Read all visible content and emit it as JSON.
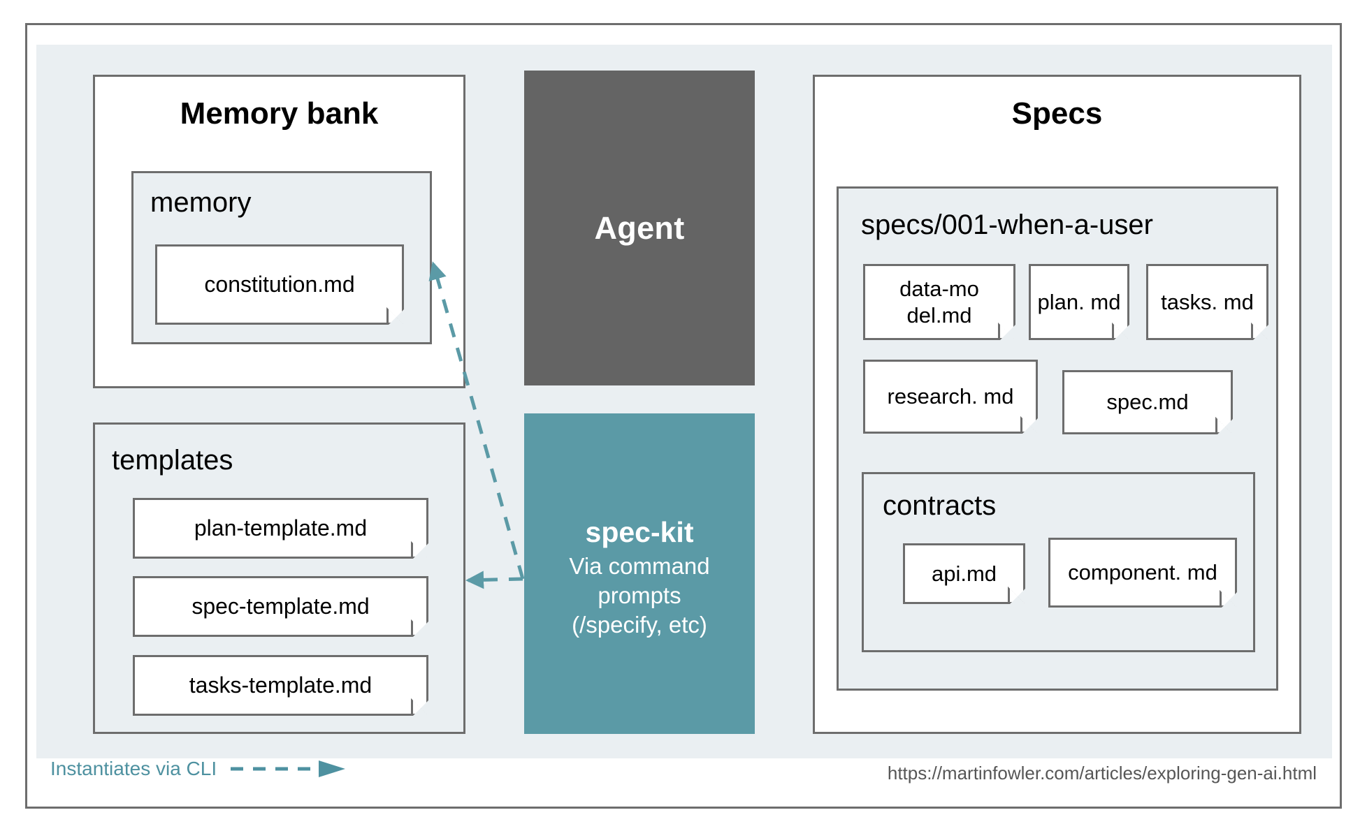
{
  "diagram": {
    "memory_bank": {
      "title": "Memory bank",
      "memory_group": {
        "label": "memory",
        "files": [
          "constitution.md"
        ]
      },
      "templates_group": {
        "label": "templates",
        "files": [
          "plan-template.md",
          "spec-template.md",
          "tasks-template.md"
        ]
      }
    },
    "agent": {
      "label": "Agent"
    },
    "spec_kit": {
      "title": "spec-kit",
      "subtitle": "Via command prompts (/specify, etc)"
    },
    "specs": {
      "title": "Specs",
      "feature_group": {
        "label": "specs/001-when-a-user",
        "files_row1": [
          "data-mo del.md",
          "plan. md",
          "tasks. md"
        ],
        "files_row2": [
          "research. md",
          "spec.md"
        ],
        "contracts_group": {
          "label": "contracts",
          "files": [
            "api.md",
            "component. md"
          ]
        }
      }
    },
    "legend": {
      "label": "Instantiates via CLI",
      "arrow_icon": "dashed-arrow-right-icon"
    },
    "source_url": "https://martinfowler.com/articles/exploring-gen-ai.html"
  },
  "colors": {
    "stage_bg": "#eaeff2",
    "border": "#6d6d6d",
    "agent_bg": "#646464",
    "speckit_bg": "#5b9aa6",
    "accent_teal": "#4e91a0",
    "note_bg": "#ffffff",
    "fold": "#d5d5d5"
  }
}
